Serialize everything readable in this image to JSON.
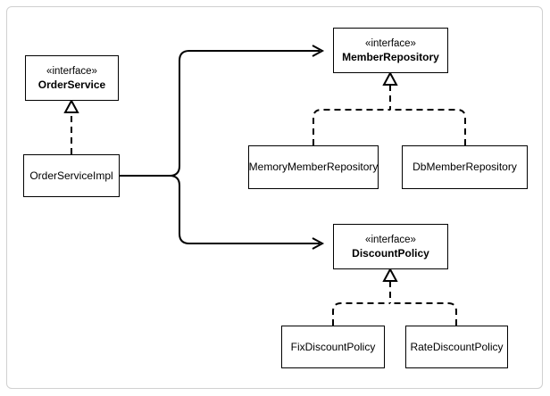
{
  "diagram": {
    "stereotype": "«interface»",
    "nodes": {
      "order_service": "OrderService",
      "order_service_impl": "OrderServiceImpl",
      "member_repository": "MemberRepository",
      "memory_member_repository": "MemoryMemberRepository",
      "db_member_repository": "DbMemberRepository",
      "discount_policy": "DiscountPolicy",
      "fix_discount_policy": "FixDiscountPolicy",
      "rate_discount_policy": "RateDiscountPolicy"
    },
    "relations": [
      {
        "from": "OrderServiceImpl",
        "to": "OrderService",
        "kind": "realization"
      },
      {
        "from": "OrderServiceImpl",
        "to": "MemberRepository",
        "kind": "association"
      },
      {
        "from": "OrderServiceImpl",
        "to": "DiscountPolicy",
        "kind": "association"
      },
      {
        "from": "MemoryMemberRepository",
        "to": "MemberRepository",
        "kind": "realization"
      },
      {
        "from": "DbMemberRepository",
        "to": "MemberRepository",
        "kind": "realization"
      },
      {
        "from": "FixDiscountPolicy",
        "to": "DiscountPolicy",
        "kind": "realization"
      },
      {
        "from": "RateDiscountPolicy",
        "to": "DiscountPolicy",
        "kind": "realization"
      }
    ]
  }
}
